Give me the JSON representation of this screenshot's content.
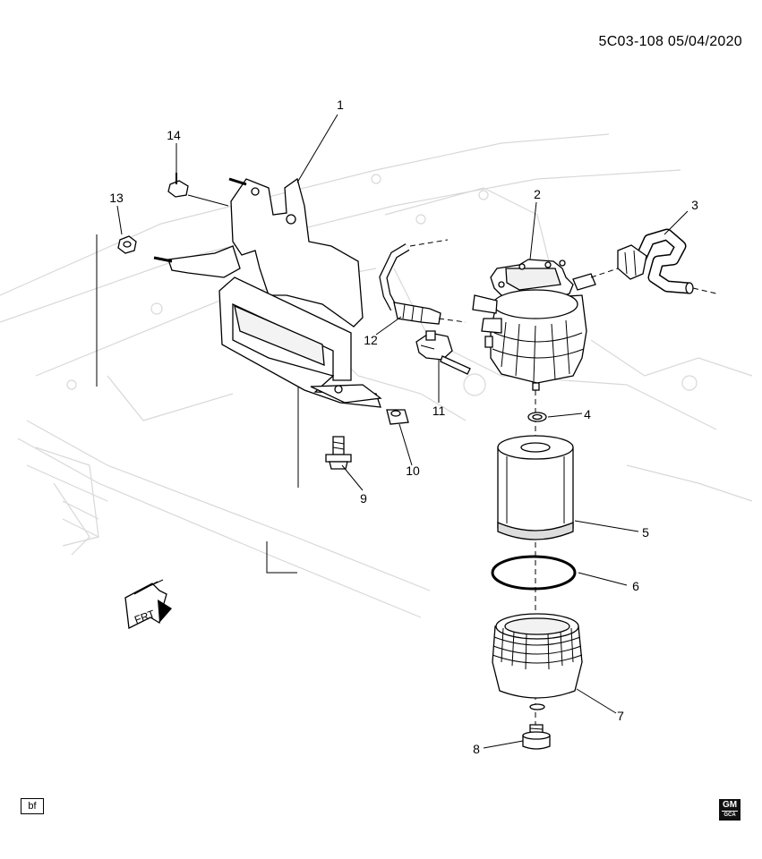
{
  "header": {
    "code": "5C03-108  05/04/2020"
  },
  "footer": {
    "tag": "bf",
    "logo_text": "GM",
    "logo_subtext": "GCA"
  },
  "direction_arrow": {
    "label": "FRT"
  },
  "callouts": [
    "1",
    "2",
    "3",
    "4",
    "5",
    "6",
    "7",
    "8",
    "9",
    "10",
    "11",
    "12",
    "13",
    "14"
  ]
}
